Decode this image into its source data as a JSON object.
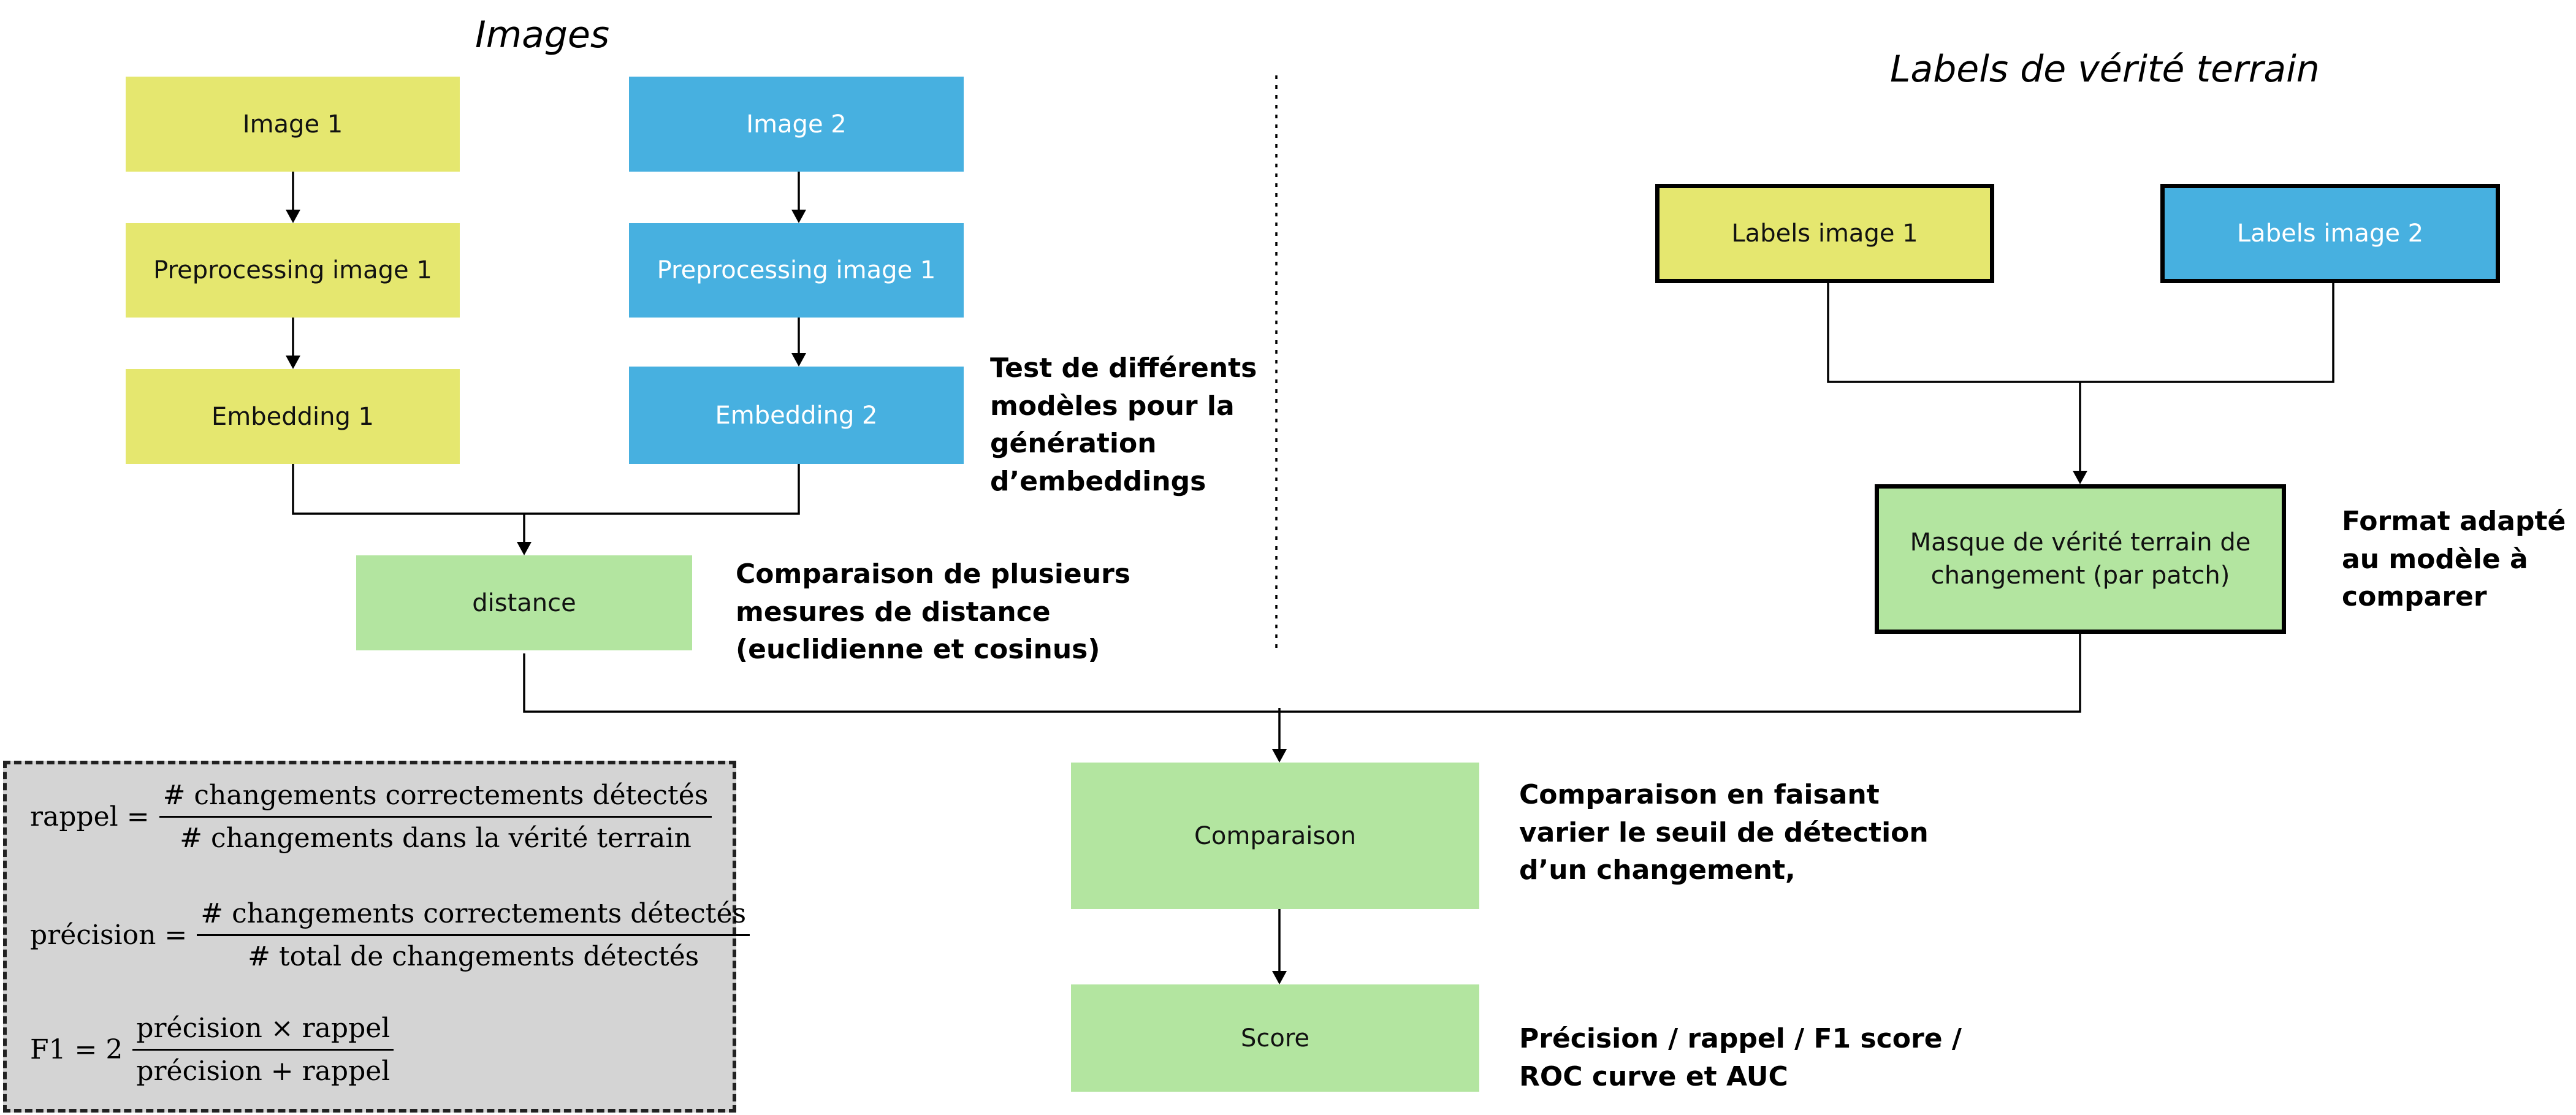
{
  "titles": {
    "images": "Images",
    "labels": "Labels de vérité terrain"
  },
  "boxes": {
    "image1": "Image 1",
    "image2": "Image 2",
    "prep1": "Preprocessing image 1",
    "prep2": "Preprocessing image 1",
    "emb1": "Embedding 1",
    "emb2": "Embedding 2",
    "distance": "distance",
    "labels1": "Labels image 1",
    "labels2": "Labels image 2",
    "mask": "Masque de vérité terrain de changement (par patch)",
    "comparaison": "Comparaison",
    "score": "Score"
  },
  "notes": {
    "embeddings": [
      "Test de différents",
      "modèles pour la",
      "génération",
      "d’embeddings"
    ],
    "distance": [
      "Comparaison de plusieurs",
      "mesures de distance",
      "(euclidienne et cosinus)"
    ],
    "format": [
      "Format adapté",
      "au modèle à",
      "comparer"
    ],
    "comparaison": [
      "Comparaison en faisant",
      "varier le seuil de détection",
      "d’un changement,"
    ],
    "score": [
      "Précision / rappel / F1 score /",
      "ROC curve et AUC"
    ]
  },
  "formulas": {
    "rappel": {
      "lhs": "rappel =",
      "num": "# changements correctements détectés",
      "den": "# changements dans la vérité terrain"
    },
    "precision": {
      "lhs": "précision =",
      "num": "# changements correctements détectés",
      "den": "# total de changements détectés"
    },
    "f1": {
      "lhs": "F1 = 2",
      "num": "précision × rappel",
      "den": "précision +  rappel"
    }
  },
  "colors": {
    "yellow": "#e5e76f",
    "blue": "#47b0e0",
    "green": "#b3e5a0",
    "formula_bg": "#d4d4d4"
  }
}
